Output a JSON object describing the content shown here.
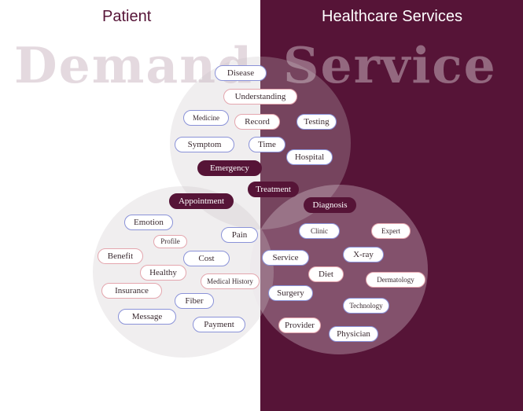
{
  "diagram": {
    "left_heading": "Patient",
    "right_heading": "Healthcare Services",
    "watermark_left": "Demand",
    "watermark_right": "Service"
  },
  "colors": {
    "brand": "#561437",
    "tag_border_blue": "#8a92d8",
    "tag_border_pink": "#e4a6ae",
    "tag_dark": "#561437"
  },
  "tags": {
    "disease": "Disease",
    "understanding": "Understanding",
    "medicine": "Medicine",
    "record": "Record",
    "testing": "Testing",
    "symptom": "Symptom",
    "time": "Time",
    "hospital": "Hospital",
    "emergency": "Emergency",
    "treatment": "Treatment",
    "appointment": "Appointment",
    "diagnosis": "Diagnosis",
    "emotion": "Emotion",
    "profile": "Profile",
    "pain": "Pain",
    "benefit": "Benefit",
    "cost": "Cost",
    "healthy": "Healthy",
    "medical_history": "Medical History",
    "insurance": "Insurance",
    "fiber": "Fiber",
    "message": "Message",
    "payment": "Payment",
    "clinic": "Clinic",
    "expert": "Expert",
    "service": "Service",
    "xray": "X-ray",
    "diet": "Diet",
    "dermatology": "Dermatology",
    "surgery": "Surgery",
    "technology": "Technology",
    "provider": "Provider",
    "physician": "Physician"
  }
}
